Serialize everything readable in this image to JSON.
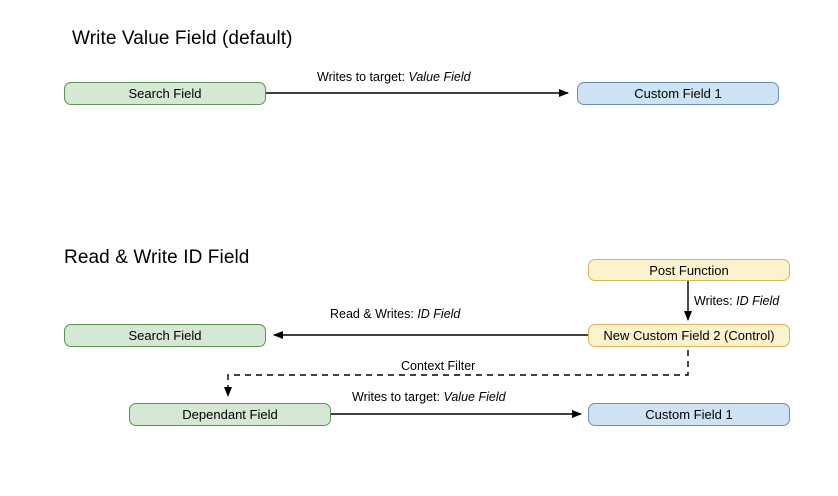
{
  "diagram": {
    "background": "#ffffff",
    "colors": {
      "green_fill": "#d5e8d4",
      "green_stroke": "#5d9153",
      "blue_fill": "#cfe2f3",
      "blue_stroke": "#6b8fb5",
      "orange_fill": "#fdf2ce",
      "orange_stroke": "#d6b656",
      "line": "#000000",
      "text": "#000000"
    },
    "sections": [
      {
        "id": "write-value-field",
        "title": "Write Value Field (default)",
        "nodes": [
          {
            "id": "search-field-1",
            "label": "Search Field",
            "style": "green"
          },
          {
            "id": "custom-field-1-top",
            "label": "Custom Field 1",
            "style": "blue"
          }
        ],
        "edges": [
          {
            "id": "writes-to-target-top",
            "from": "search-field-1",
            "to": "custom-field-1-top",
            "label_prefix": "Writes to target:",
            "label_emphasis": "Value Field",
            "dashed": false
          }
        ]
      },
      {
        "id": "read-write-id-field",
        "title": "Read & Write ID Field",
        "nodes": [
          {
            "id": "post-function",
            "label": "Post Function",
            "style": "orange"
          },
          {
            "id": "new-custom-field-2",
            "label": "New Custom Field 2 (Control)",
            "style": "orange"
          },
          {
            "id": "search-field-2",
            "label": "Search Field",
            "style": "green"
          },
          {
            "id": "dependant-field",
            "label": "Dependant Field",
            "style": "green"
          },
          {
            "id": "custom-field-1-bottom",
            "label": "Custom Field 1",
            "style": "blue"
          }
        ],
        "edges": [
          {
            "id": "writes-id-field",
            "from": "post-function",
            "to": "new-custom-field-2",
            "label_prefix": "Writes:",
            "label_emphasis": "ID Field",
            "dashed": false
          },
          {
            "id": "read-writes-id-field",
            "from": "new-custom-field-2",
            "to": "search-field-2",
            "label_prefix": "Read & Writes:",
            "label_emphasis": "ID Field",
            "dashed": false
          },
          {
            "id": "context-filter",
            "from": "new-custom-field-2",
            "to": "dependant-field",
            "label_prefix": "Context Filter",
            "label_emphasis": "",
            "dashed": true
          },
          {
            "id": "writes-to-target-bottom",
            "from": "dependant-field",
            "to": "custom-field-1-bottom",
            "label_prefix": "Writes to target:",
            "label_emphasis": "Value Field",
            "dashed": false
          }
        ]
      }
    ]
  }
}
